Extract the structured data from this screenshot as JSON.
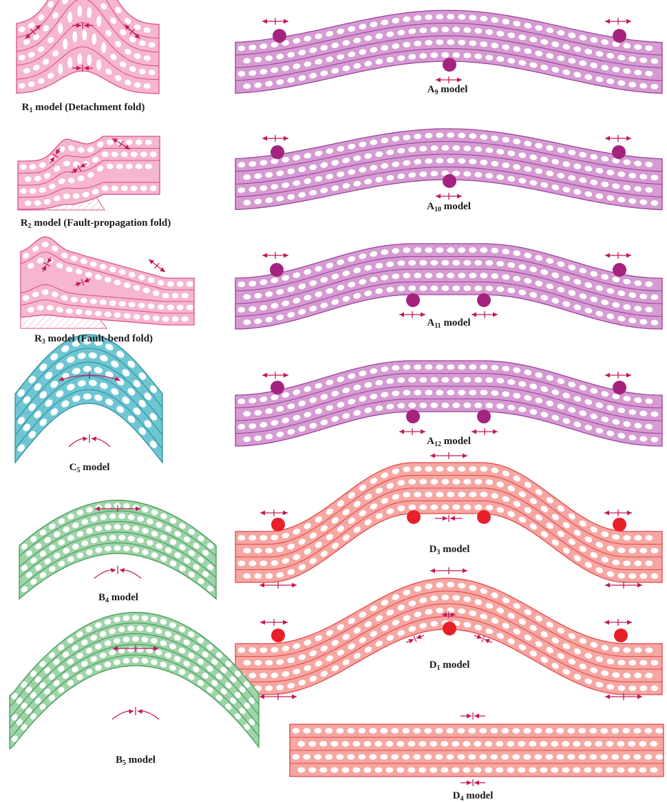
{
  "colors": {
    "pink_fill": "#f6b6d0",
    "pink_stroke": "#d9508c",
    "purple_fill": "#d59bd2",
    "purple_stroke": "#9d3f9a",
    "purple_dot": "#a4237f",
    "blue_fill": "#6fc6d3",
    "blue_stroke": "#2c8ea0",
    "green_fill": "#9fd3a8",
    "green_stroke": "#3f9a55",
    "red_fill": "#f6a7a2",
    "red_stroke": "#e6434a",
    "red_dot": "#e8202a",
    "arrow": "#c2185b",
    "hatch": "#e79ab8"
  },
  "icons": {
    "extension": "extension-arrows-icon",
    "compression": "compression-arrows-icon",
    "hinge": "hinge-dot-icon"
  },
  "models": [
    {
      "id": "R1",
      "main": "R",
      "sub": "1",
      "rest": " model (Detachment fold)"
    },
    {
      "id": "R2",
      "main": "R",
      "sub": "2",
      "rest": " model (Fault-propagation fold)"
    },
    {
      "id": "R3",
      "main": "R",
      "sub": "3",
      "rest": " model (Fault-bend fold)"
    },
    {
      "id": "C5",
      "main": "C",
      "sub": "5",
      "rest": " model"
    },
    {
      "id": "B4",
      "main": "B",
      "sub": "4",
      "rest": " model"
    },
    {
      "id": "B5",
      "main": "B",
      "sub": "5",
      "rest": " model"
    },
    {
      "id": "A9",
      "main": "A",
      "sub": "9",
      "rest": " model"
    },
    {
      "id": "A10",
      "main": "A",
      "sub": "10",
      "rest": " model"
    },
    {
      "id": "A11",
      "main": "A",
      "sub": "11",
      "rest": " model"
    },
    {
      "id": "A12",
      "main": "A",
      "sub": "12",
      "rest": " model"
    },
    {
      "id": "D3",
      "main": "D",
      "sub": "3",
      "rest": " model"
    },
    {
      "id": "D1",
      "main": "D",
      "sub": "1",
      "rest": " model"
    },
    {
      "id": "D4",
      "main": "D",
      "sub": "4",
      "rest": " model"
    }
  ]
}
